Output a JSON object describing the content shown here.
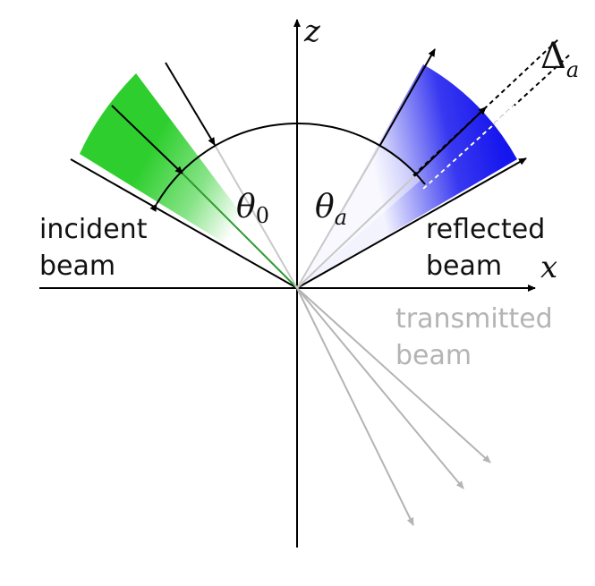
{
  "diagram": {
    "labels": {
      "axis_z": "z",
      "axis_x": "x",
      "theta_0": "θ",
      "theta_0_sub": "0",
      "theta_a": "θ",
      "theta_a_sub": "a",
      "delta": "Δ",
      "delta_sub": "a",
      "incident_line1": "incident",
      "incident_line2": "beam",
      "reflected_line1": "reflected",
      "reflected_line2": "beam",
      "transmitted_line1": "transmitted",
      "transmitted_line2": "beam"
    },
    "colors": {
      "incident_beam": "#22cc22",
      "reflected_beam": "#1515ee",
      "transmitted_rays": "#b4b4b4",
      "lines": "#000000"
    }
  }
}
